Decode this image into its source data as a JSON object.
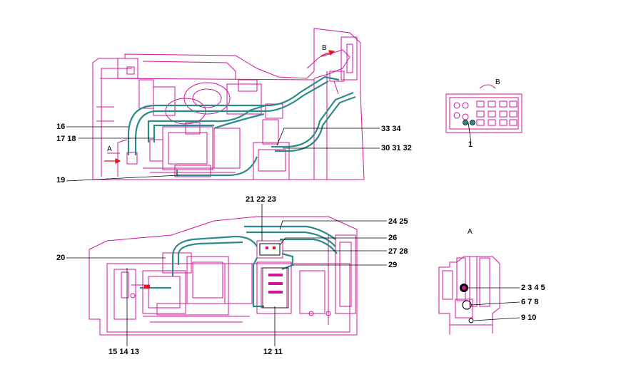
{
  "callouts": {
    "c16": "16",
    "c1718": "17 18",
    "c19": "19",
    "c3334": "33 34",
    "c303132": "30 31 32",
    "c1": "1",
    "c20": "20",
    "c212223": "21 22 23",
    "c2425": "24 25",
    "c26": "26",
    "c2728": "27 28",
    "c29": "29",
    "c151413": "15 14 13",
    "c1211": "12 11",
    "c2345": "2 3 4 5",
    "c678": "6 7 8",
    "c910": "9 10"
  },
  "view_letters": {
    "arrow_a": "A",
    "arrow_b_top": "B",
    "arrow_b_detail": "B",
    "detail_a": "A"
  },
  "colors": {
    "frame": "#d2149a",
    "hose": "#2e8b8b",
    "leader": "#000000",
    "arrow": "#e0141e"
  }
}
